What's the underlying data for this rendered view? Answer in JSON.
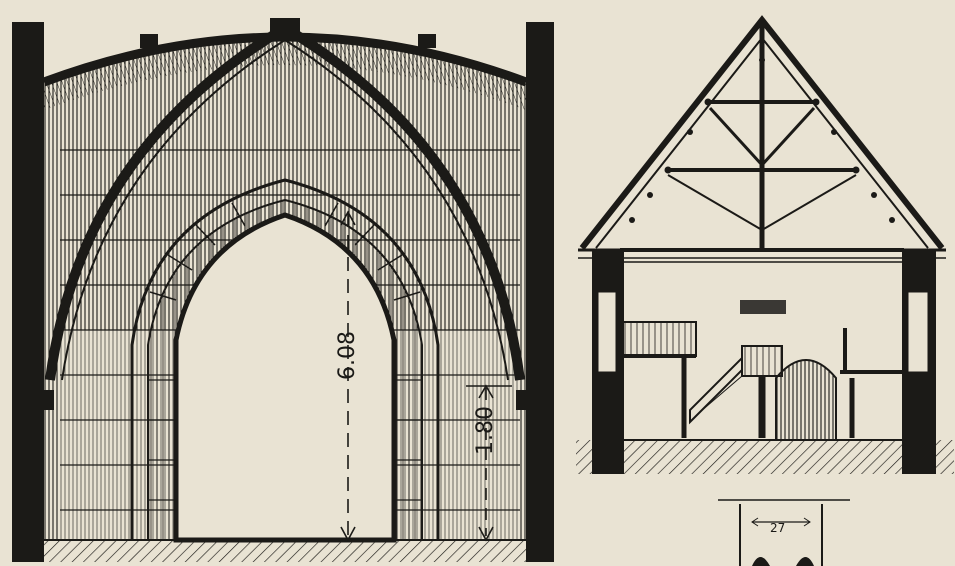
{
  "drawing": {
    "background_color": "#e9e3d3",
    "ink_color": "#1b1a17",
    "panels": [
      {
        "name": "vault-section",
        "kind": "architectural section of vaulted bay with pointed arch"
      },
      {
        "name": "hall-cross-section",
        "kind": "cross section of timber-roofed hall with gallery and pulpit"
      },
      {
        "name": "detail-plan",
        "kind": "small partial plan detail"
      }
    ],
    "dimensions": {
      "arch_height": "6.08",
      "impost_height": "1.80",
      "detail_width": "27"
    }
  }
}
